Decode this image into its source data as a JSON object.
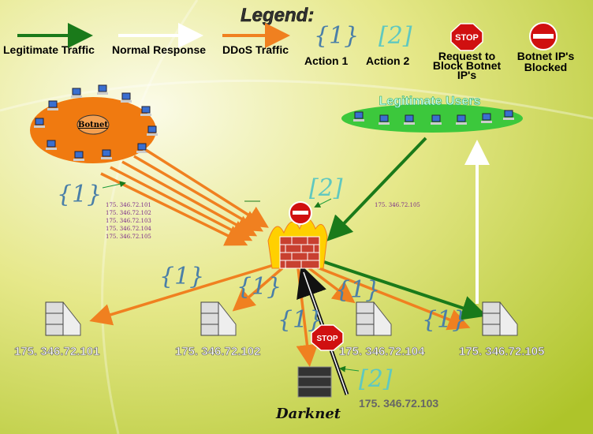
{
  "legend": {
    "title": "Legend:",
    "items": [
      {
        "label": "Legitimate Traffic",
        "color": "#1a7a1a"
      },
      {
        "label": "Normal Response",
        "color": "#ffffff"
      },
      {
        "label": "DDoS Traffic",
        "color": "#f08020"
      }
    ],
    "action1_symbol": "{1}",
    "action1_label": "Action 1",
    "action2_symbol": "[2]",
    "action2_label": "Action 2",
    "stop_sign_text": "STOP",
    "stop_label_1": "Request to",
    "stop_label_2": "Block Botnet",
    "stop_label_3": "IP's",
    "blocked_label_1": "Botnet IP's",
    "blocked_label_2": "Blocked"
  },
  "botnet": {
    "label": "Botnet"
  },
  "legit_users": {
    "label": "Legitimate Users"
  },
  "action1_symbol": "{1}",
  "action2_symbol": "[2]",
  "blocked_ips": [
    "175. 346.72.101",
    "175. 346.72.102",
    "175. 346.72.103",
    "175. 346.72.104",
    "175. 346.72.105"
  ],
  "legit_ip": "175. 346.72.105",
  "servers": [
    "175. 346.72.101",
    "175. 346.72.102",
    "175. 346.72.104",
    "175. 346.72.105"
  ],
  "darknet": {
    "label": "Darknet",
    "ip": "175. 346.72.103",
    "stop_text": "STOP"
  }
}
